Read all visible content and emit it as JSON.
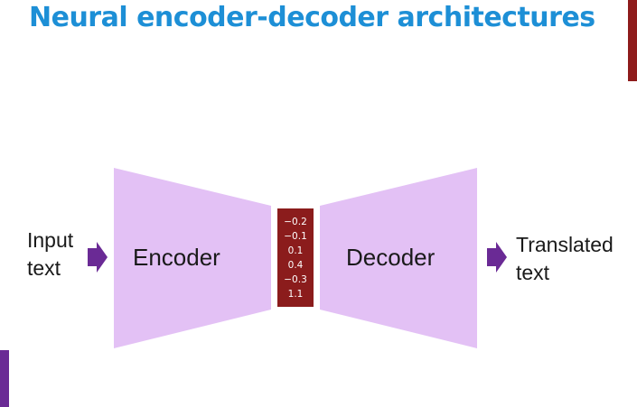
{
  "slide": {
    "title": "Neural encoder-decoder architectures"
  },
  "diagram": {
    "input_label_line1": "Input",
    "input_label_line2": "text",
    "encoder_label": "Encoder",
    "decoder_label": "Decoder",
    "output_label_line1": "Translated",
    "output_label_line2": "text",
    "vector_values": [
      "−0.2",
      "−0.1",
      "0.1",
      "0.4",
      "−0.3",
      "1.1"
    ],
    "colors": {
      "block_fill": "#e3c1f5",
      "arrow_fill": "#6a2a95",
      "vector_fill": "#8b1c1c",
      "title": "#1d8fd6"
    }
  }
}
